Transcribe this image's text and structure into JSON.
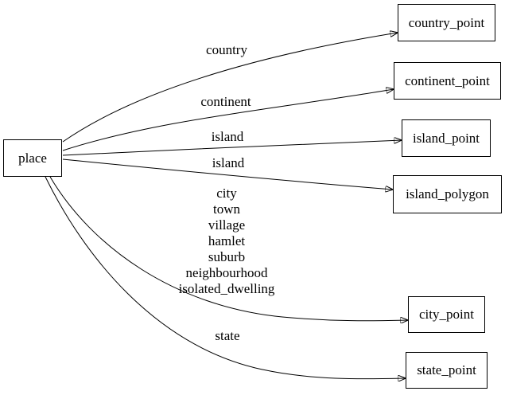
{
  "diagram": {
    "type": "directed-graph",
    "background_color": "#ffffff",
    "line_color": "#000000",
    "text_color": "#000000",
    "nodes": {
      "place": {
        "label": "place"
      },
      "country_point": {
        "label": "country_point"
      },
      "continent_point": {
        "label": "continent_point"
      },
      "island_point": {
        "label": "island_point"
      },
      "island_polygon": {
        "label": "island_polygon"
      },
      "city_point": {
        "label": "city_point"
      },
      "state_point": {
        "label": "state_point"
      }
    },
    "edges": [
      {
        "from": "place",
        "to": "country_point",
        "label": "country"
      },
      {
        "from": "place",
        "to": "continent_point",
        "label": "continent"
      },
      {
        "from": "place",
        "to": "island_point",
        "label": "island"
      },
      {
        "from": "place",
        "to": "island_polygon",
        "label": "island"
      },
      {
        "from": "place",
        "to": "city_point",
        "label": "city\ntown\nvillage\nhamlet\nsuburb\nneighbourhood\nisolated_dwelling"
      },
      {
        "from": "place",
        "to": "state_point",
        "label": "state"
      }
    ]
  }
}
